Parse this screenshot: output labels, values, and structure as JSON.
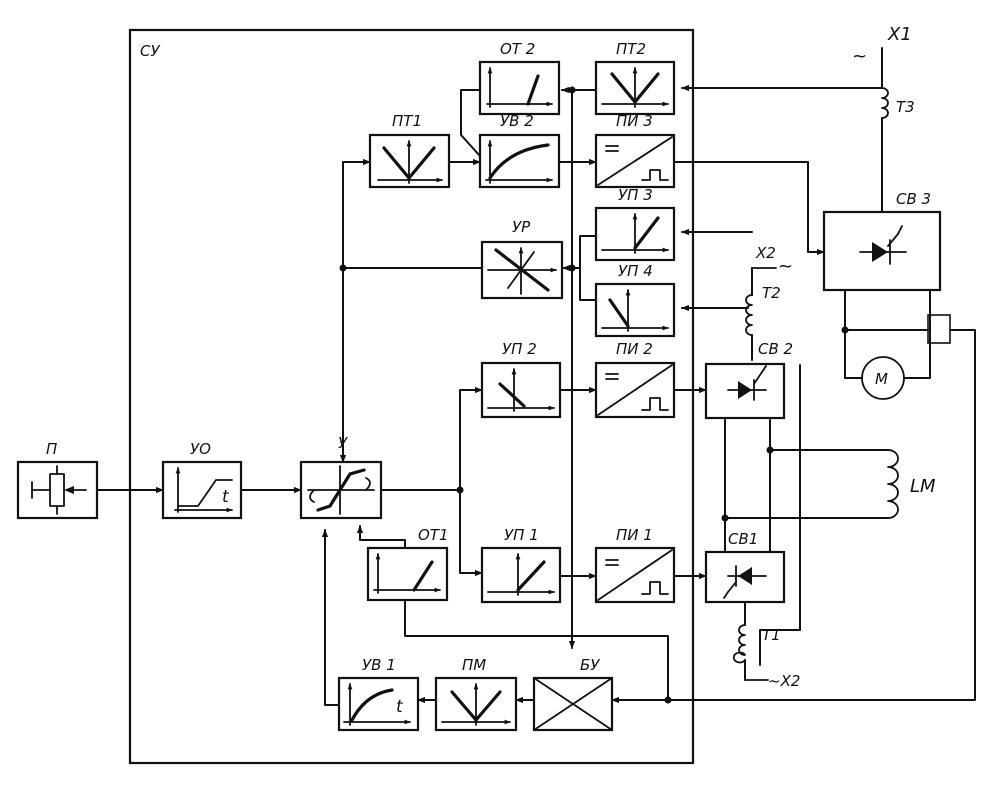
{
  "labels": {
    "frame": "СУ",
    "p": "П",
    "uo": "УО",
    "u": "У",
    "pt1": "ПТ1",
    "ot2": "ОТ 2",
    "uv2": "УВ 2",
    "pt2": "ПТ2",
    "pi3": "ПИ 3",
    "up3": "УП 3",
    "ur": "УР",
    "up4": "УП 4",
    "up2": "УП 2",
    "pi2": "ПИ 2",
    "ot1": "ОТ1",
    "up1": "УП 1",
    "pi1": "ПИ 1",
    "uv1": "УВ 1",
    "pm": "ПМ",
    "bu": "БУ",
    "sv3": "СВ 3",
    "sv2": "СВ 2",
    "sv1": "СВ1",
    "t1": "Т1",
    "t2": "Т2",
    "t3": "Т3",
    "x1": "Х1",
    "x2_top": "Х2",
    "x2_bottom": "~Х2",
    "tilde_x1": "~",
    "tilde_x2": "~",
    "motor": "М",
    "lm": "LM",
    "time_t": "t"
  }
}
